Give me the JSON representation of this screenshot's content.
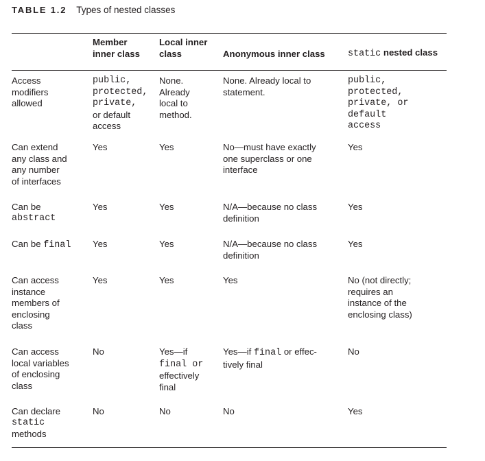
{
  "caption": {
    "number": "TABLE 1.2",
    "title": "Types of nested classes"
  },
  "headers": {
    "member_line1": "Member",
    "member_line2": "inner class",
    "local_line1": "Local inner",
    "local_line2": "class",
    "anonymous": "Anonymous inner class",
    "static_kw": "static",
    "static_rest": " nested class"
  },
  "rows": [
    {
      "label_lines": [
        "Access",
        "modifiers",
        "allowed"
      ],
      "member_lines": [
        "public,",
        "protected,",
        "private,",
        "or default",
        "access"
      ],
      "local_lines": [
        "None.",
        "Already",
        "local to",
        "method."
      ],
      "anonymous_lines": [
        "None. Already local to",
        "statement."
      ],
      "static_lines": [
        "public, protected,",
        "private, or default",
        "access"
      ]
    },
    {
      "label_lines": [
        "Can extend",
        "any class and",
        "any number",
        "of interfaces"
      ],
      "member": "Yes",
      "local": "Yes",
      "anonymous_lines": [
        "No—must have exactly",
        "one superclass or one",
        "interface"
      ],
      "static": "Yes"
    },
    {
      "label_lines": [
        "Can be",
        "abstract"
      ],
      "member": "Yes",
      "local": "Yes",
      "anonymous_lines": [
        "N/A—because no class",
        "definition"
      ],
      "static": "Yes"
    },
    {
      "label_prefix": "Can be ",
      "label_kw": "final",
      "member": "Yes",
      "local": "Yes",
      "anonymous_lines": [
        "N/A—because no class",
        "definition"
      ],
      "static": "Yes"
    },
    {
      "label_lines": [
        "Can access",
        "instance",
        "members of",
        "enclosing",
        "class"
      ],
      "member": "Yes",
      "local": "Yes",
      "anonymous": "Yes",
      "static_lines": [
        "No (not directly;",
        "requires an",
        "instance of the",
        "enclosing class)"
      ]
    },
    {
      "label_lines": [
        "Can access",
        "local variables",
        "of enclosing",
        "class"
      ],
      "member": "No",
      "local_lines": [
        "Yes—if",
        "final or",
        "effectively",
        "final"
      ],
      "anonymous_prefix": "Yes—if ",
      "anonymous_kw": "final",
      "anonymous_suffix": " or effec-",
      "anonymous_line2": "tively final",
      "static": "No"
    },
    {
      "label_lines": [
        "Can declare",
        "static",
        "methods"
      ],
      "member": "No",
      "local": "No",
      "anonymous": "No",
      "static": "Yes"
    }
  ]
}
